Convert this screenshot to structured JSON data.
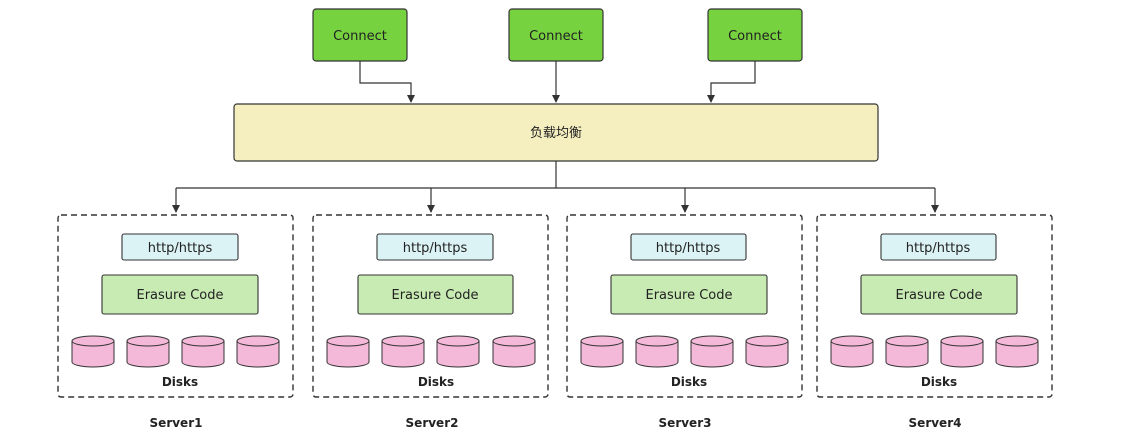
{
  "clients": [
    {
      "label": "Connect"
    },
    {
      "label": "Connect"
    },
    {
      "label": "Connect"
    }
  ],
  "load_balancer": {
    "label": "负载均衡"
  },
  "servers": [
    {
      "name": "Server1",
      "protocol": "http/https",
      "coding": "Erasure Code",
      "disks_label": "Disks",
      "disk_count": 4
    },
    {
      "name": "Server2",
      "protocol": "http/https",
      "coding": "Erasure Code",
      "disks_label": "Disks",
      "disk_count": 4
    },
    {
      "name": "Server3",
      "protocol": "http/https",
      "coding": "Erasure Code",
      "disks_label": "Disks",
      "disk_count": 4
    },
    {
      "name": "Server4",
      "protocol": "http/https",
      "coding": "Erasure Code",
      "disks_label": "Disks",
      "disk_count": 4
    }
  ],
  "colors": {
    "connect_fill": "#77d23f",
    "balancer_fill": "#f5efc0",
    "protocol_fill": "#dcf3f5",
    "coding_fill": "#c8ebb3",
    "disk_fill": "#f4b8d8",
    "stroke": "#333333"
  }
}
